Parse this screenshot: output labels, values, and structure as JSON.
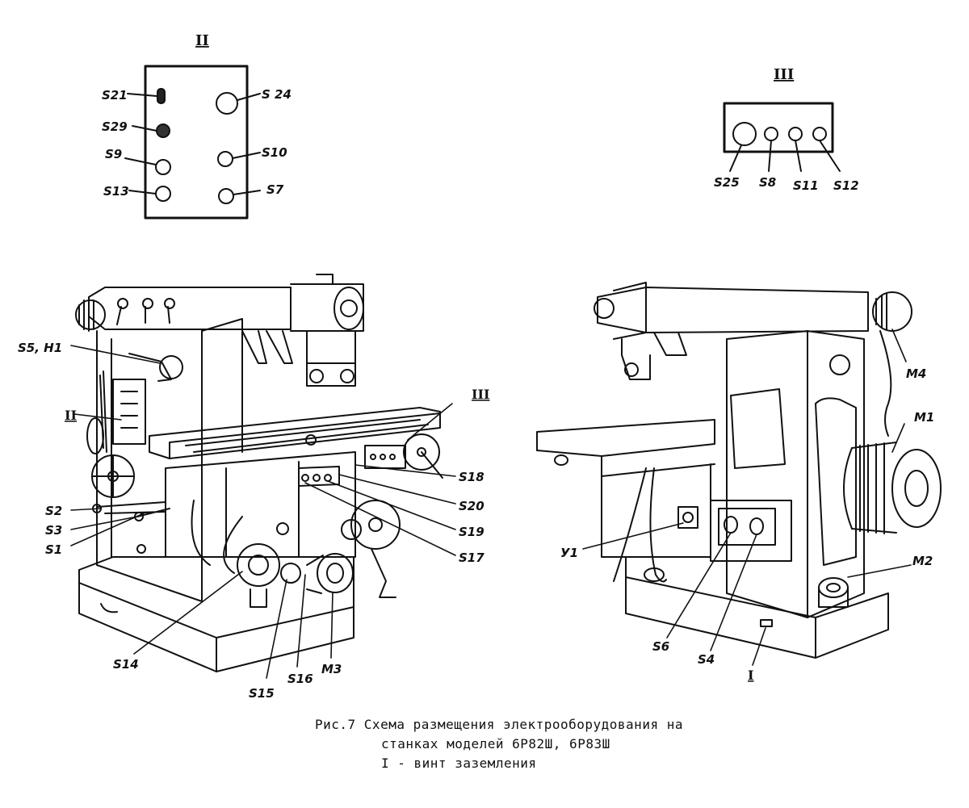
{
  "panel_II": {
    "title": "II",
    "labels": {
      "s21": "S21",
      "s24": "S 24",
      "s29": "S29",
      "s9": "S9",
      "s10": "S10",
      "s13": "S13",
      "s7": "S7"
    }
  },
  "panel_III": {
    "title": "III",
    "labels": {
      "s25": "S25",
      "s8": "S8",
      "s11": "S11",
      "s12": "S12"
    }
  },
  "front_view": {
    "labels": {
      "s5h1": "S5, H1",
      "ii": "II",
      "iii": "III",
      "s2": "S2",
      "s3": "S3",
      "s1": "S1",
      "s18": "S18",
      "s20": "S20",
      "s19": "S19",
      "s17": "S17",
      "s14": "S14",
      "s15": "S15",
      "s16": "S16",
      "m3": "M3"
    }
  },
  "rear_view": {
    "labels": {
      "m4": "M4",
      "m1": "M1",
      "m2": "M2",
      "y1": "У1",
      "s6": "S6",
      "s4": "S4",
      "i": "I"
    }
  },
  "caption": {
    "line1": "Рис.7  Схема размещения электрооборудования на",
    "line2": "станках моделей 6Р82Ш, 6Р83Ш",
    "line3": "I - винт заземления"
  }
}
